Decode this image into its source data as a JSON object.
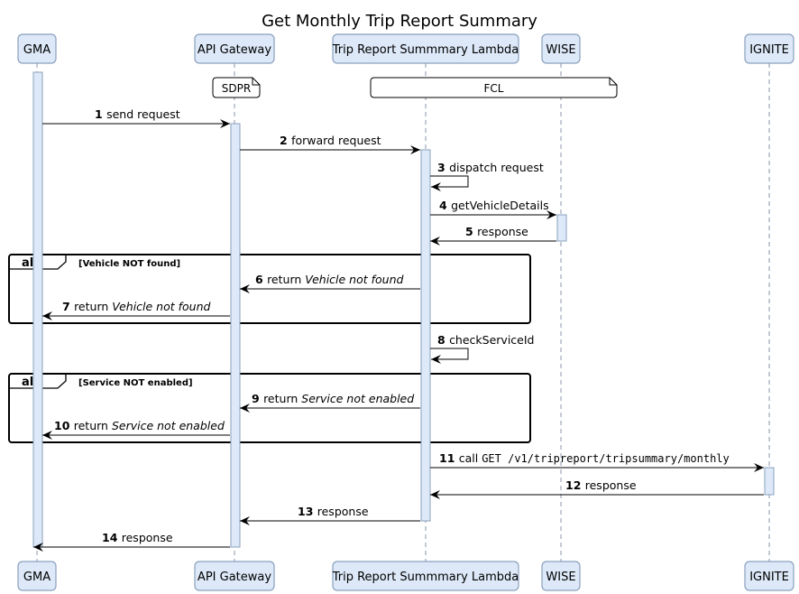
{
  "title": "Get Monthly Trip Report Summary",
  "colors": {
    "participant_fill": "#dde9f8",
    "participant_stroke": "#8aa0bd",
    "activation_fill": "#dde9f8",
    "lifeline": "#8a96a8",
    "arrow": "#000000"
  },
  "participants": [
    {
      "id": "gma",
      "label": "GMA"
    },
    {
      "id": "apigw",
      "label": "API Gateway"
    },
    {
      "id": "lambda",
      "label": "Trip Report Summmary Lambda"
    },
    {
      "id": "wise",
      "label": "WISE"
    },
    {
      "id": "ignite",
      "label": "IGNITE"
    }
  ],
  "notes": [
    {
      "id": "sdpr",
      "text": "SDPR"
    },
    {
      "id": "fcl",
      "text": "FCL"
    }
  ],
  "messages": [
    {
      "num": "1",
      "parts": [
        {
          "t": "send request"
        }
      ]
    },
    {
      "num": "2",
      "parts": [
        {
          "t": "forward request"
        }
      ]
    },
    {
      "num": "3",
      "parts": [
        {
          "t": "dispatch request"
        }
      ]
    },
    {
      "num": "4",
      "parts": [
        {
          "t": "getVehicleDetails"
        }
      ]
    },
    {
      "num": "5",
      "parts": [
        {
          "t": "response"
        }
      ]
    },
    {
      "num": "6",
      "parts": [
        {
          "t": "return "
        },
        {
          "t": "Vehicle not found",
          "i": true
        }
      ]
    },
    {
      "num": "7",
      "parts": [
        {
          "t": "return "
        },
        {
          "t": "Vehicle not found",
          "i": true
        }
      ]
    },
    {
      "num": "8",
      "parts": [
        {
          "t": "checkServiceId"
        }
      ]
    },
    {
      "num": "9",
      "parts": [
        {
          "t": "return "
        },
        {
          "t": "Service not enabled",
          "i": true
        }
      ]
    },
    {
      "num": "10",
      "parts": [
        {
          "t": "return "
        },
        {
          "t": "Service not enabled",
          "i": true
        }
      ]
    },
    {
      "num": "11",
      "parts": [
        {
          "t": "call "
        },
        {
          "t": "GET /v1/tripreport/tripsummary/monthly",
          "m": true
        }
      ]
    },
    {
      "num": "12",
      "parts": [
        {
          "t": "response"
        }
      ]
    },
    {
      "num": "13",
      "parts": [
        {
          "t": "response"
        }
      ]
    },
    {
      "num": "14",
      "parts": [
        {
          "t": "response"
        }
      ]
    }
  ],
  "alts": [
    {
      "keyword": "alt",
      "condition": "[Vehicle NOT found]"
    },
    {
      "keyword": "alt",
      "condition": "[Service NOT enabled]"
    }
  ]
}
